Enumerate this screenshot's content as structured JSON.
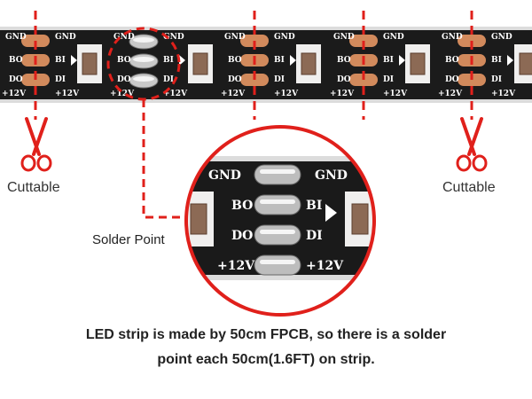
{
  "strip": {
    "pad_labels": {
      "gnd": "GND",
      "bo": "BO",
      "bi": "BI",
      "do": "DO",
      "di": "DI",
      "v12": "+12V"
    }
  },
  "labels": {
    "cuttable": "Cuttable",
    "solder_point": "Solder Point"
  },
  "caption": {
    "line1": "LED strip is made by 50cm FPCB, so there is a solder",
    "line2": "point each 50cm(1.6FT) on strip."
  },
  "colors": {
    "strip": "#1a1a1a",
    "copper": "#d28a5c",
    "accent_red": "#e0201b",
    "led": "#f0efee"
  },
  "icons": [
    "scissors-icon",
    "scissors-icon"
  ]
}
